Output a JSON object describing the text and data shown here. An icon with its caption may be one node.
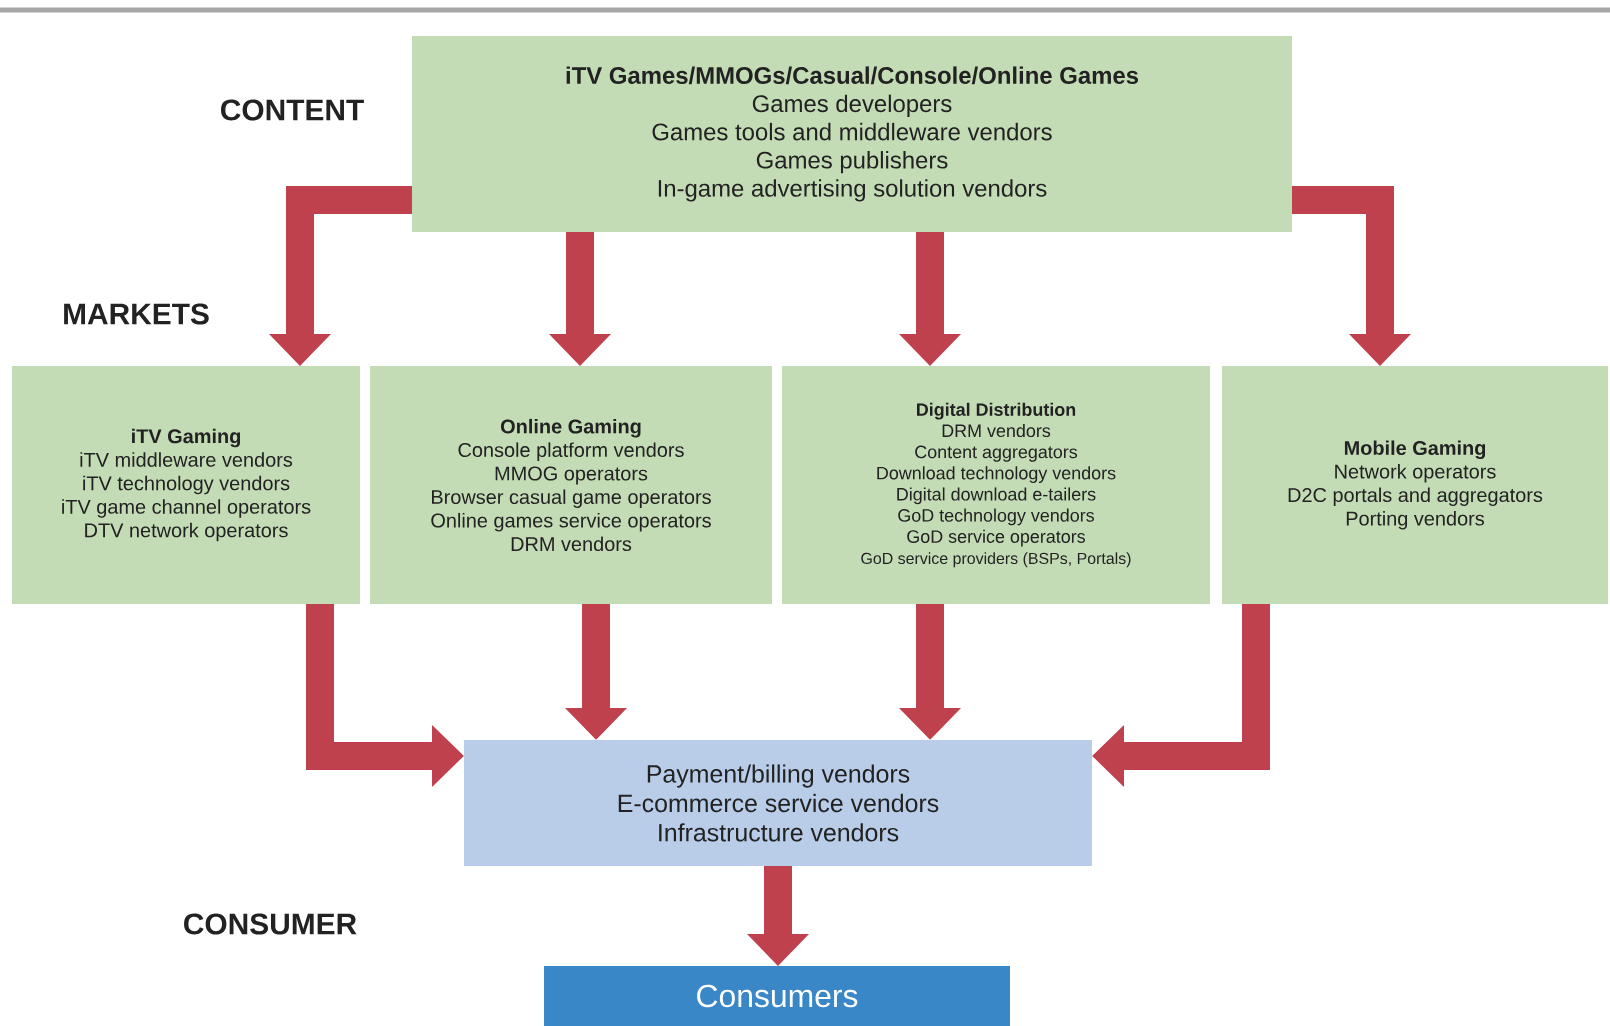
{
  "diagram": {
    "nodes": [
      {
        "text": [
          "iTV Games/MMOGs/Casual/Console/Online Games",
          "Games developers",
          "Games tools and middleware vendors",
          "Games publishers",
          "In-game advertising solution vendors"
        ]
      },
      {
        "text": [
          "iTV Gaming",
          "iTV middleware vendors",
          "iTV technology vendors",
          "iTV game channel operators",
          "DTV network operators"
        ]
      },
      {
        "text": [
          "Online Gaming",
          "Console platform vendors",
          "MMOG operators",
          "Browser casual game operators",
          "Online games service operators",
          "DRM vendors"
        ]
      },
      {
        "text": [
          "Digital Distribution",
          "DRM vendors",
          "Content aggregators",
          "Download technology vendors",
          "Digital download e-tailers",
          "GoD technology vendors",
          "GoD service operators",
          "GoD service providers (BSPs, Portals)"
        ]
      },
      {
        "text": [
          "Mobile Gaming",
          "Network operators",
          "D2C portals and aggregators",
          "Porting vendors"
        ]
      },
      {
        "text": [
          "Payment/billing vendors",
          "E-commerce service vendors",
          "Infrastructure vendors"
        ]
      },
      {
        "text": [
          "Consumers"
        ]
      }
    ],
    "edges": [
      {
        "from": 0,
        "to": 1,
        "arrow": "to"
      },
      {
        "from": 0,
        "to": 2,
        "arrow": "to"
      },
      {
        "from": 0,
        "to": 3,
        "arrow": "to"
      },
      {
        "from": 0,
        "to": 4,
        "arrow": "to"
      },
      {
        "from": 1,
        "to": 5,
        "arrow": "to"
      },
      {
        "from": 2,
        "to": 5,
        "arrow": "to"
      },
      {
        "from": 3,
        "to": 5,
        "arrow": "to"
      },
      {
        "from": 4,
        "to": 5,
        "arrow": "to"
      },
      {
        "from": 5,
        "to": 6,
        "arrow": "to"
      }
    ],
    "labels": [
      "CONTENT",
      "MARKETS",
      "CONSUMER"
    ]
  }
}
